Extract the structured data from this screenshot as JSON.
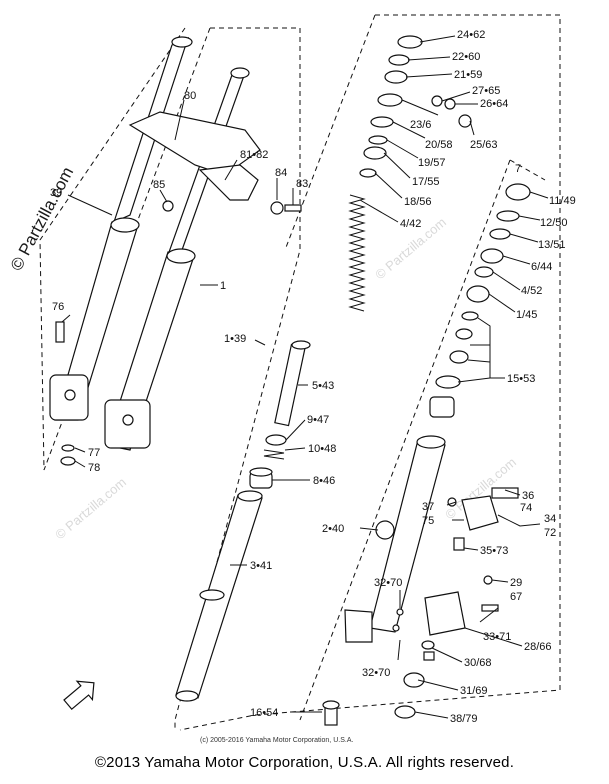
{
  "watermark": {
    "main": "© Partzilla.com",
    "faint": "© Partzilla.com"
  },
  "labels": {
    "p24_62": "24•62",
    "p22_60": "22•60",
    "p21_59": "21•59",
    "p27_65": "27•65",
    "p26_64": "26•64",
    "p23_6": "23/6",
    "p25_63": "25/63",
    "p20_58": "20/58",
    "p19_57": "19/57",
    "p17_55": "17/55",
    "p18_56": "18/56",
    "p4_42": "4/42",
    "p7": "7",
    "p11_49": "11/49",
    "p12_50": "12/50",
    "p13_51": "13/51",
    "p6_44": "6/44",
    "p4_52": "4/52",
    "p1_45": "1/45",
    "p15_53": "15•53",
    "p80": "80",
    "p81_82": "81•82",
    "p84": "84",
    "p83": "83",
    "p85": "85",
    "p39": "39",
    "p1": "1",
    "p76": "76",
    "p77": "77",
    "p78": "78",
    "p1_39": "1•39",
    "p5_43": "5•43",
    "p9_47": "9•47",
    "p10_48": "10•48",
    "p8_46": "8•46",
    "p2_40": "2•40",
    "p3_41": "3•41",
    "p16_54": "16•54",
    "p36": "36",
    "p74": "74",
    "p37": "37",
    "p75": "75",
    "p34": "34",
    "p72": "72",
    "p35_73": "35•73",
    "p32_70a": "32•70",
    "p29": "29",
    "p67": "67",
    "p33_71": "33•71",
    "p28_66": "28/66",
    "p32_70b": "32•70",
    "p30_68": "30/68",
    "p31_69": "31/69",
    "p38_79": "38/79"
  },
  "copyright_small": "(c) 2005-2016 Yamaha Motor Corporation, U.S.A.",
  "footer": "©2013 Yamaha Motor Corporation, U.S.A. All rights reserved."
}
